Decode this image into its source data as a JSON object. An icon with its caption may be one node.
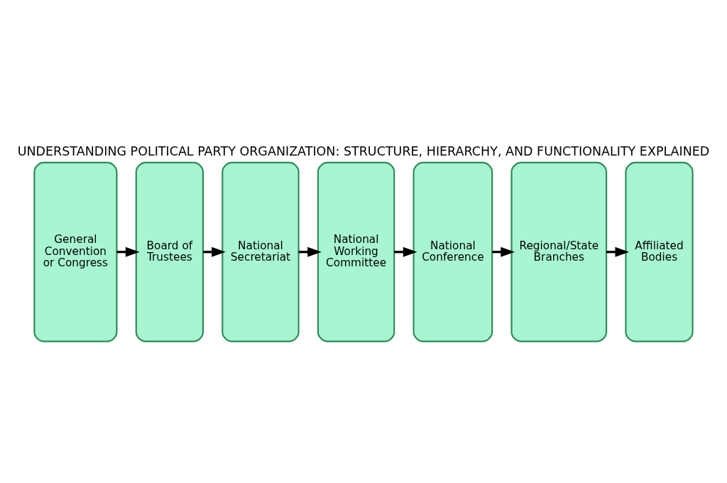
{
  "diagram": {
    "title": "UNDERSTANDING POLITICAL PARTY ORGANIZATION: STRUCTURE, HIERARCHY, AND FUNCTIONALITY EXPLAINED",
    "nodes": [
      {
        "text": [
          "General Convention or Congress"
        ]
      },
      {
        "text": [
          "Board of Trustees"
        ]
      },
      {
        "text": [
          "National Secretariat"
        ]
      },
      {
        "text": [
          "National Working Committee"
        ]
      },
      {
        "text": [
          "National Conference"
        ]
      },
      {
        "text": [
          "Regional/State Branches"
        ]
      },
      {
        "text": [
          "Affiliated Bodies"
        ]
      }
    ],
    "edges": [
      {
        "from": 0,
        "to": 1,
        "arrow": "to"
      },
      {
        "from": 1,
        "to": 2,
        "arrow": "to"
      },
      {
        "from": 2,
        "to": 3,
        "arrow": "to"
      },
      {
        "from": 3,
        "to": 4,
        "arrow": "to"
      },
      {
        "from": 4,
        "to": 5,
        "arrow": "to"
      },
      {
        "from": 5,
        "to": 6,
        "arrow": "to"
      }
    ]
  }
}
